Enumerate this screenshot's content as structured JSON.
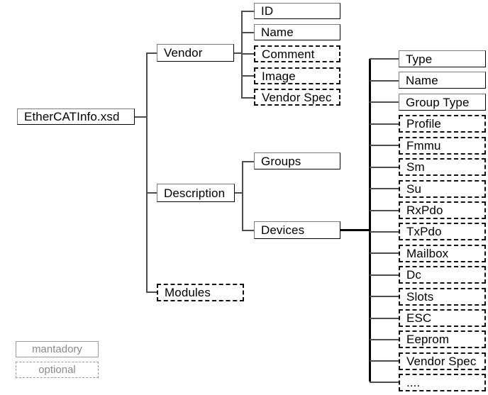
{
  "diagram": {
    "title": "EtherCATInfo.xsd schema tree",
    "root": {
      "label": "EtherCATInfo.xsd",
      "type": "mandatory"
    },
    "level1": [
      {
        "label": "Vendor",
        "type": "mandatory"
      },
      {
        "label": "Description",
        "type": "mandatory"
      },
      {
        "label": "Modules",
        "type": "optional"
      }
    ],
    "vendor_children": [
      {
        "label": "ID",
        "type": "mandatory"
      },
      {
        "label": "Name",
        "type": "mandatory"
      },
      {
        "label": "Comment",
        "type": "optional"
      },
      {
        "label": "Image",
        "type": "optional"
      },
      {
        "label": "Vendor Spec",
        "type": "optional"
      }
    ],
    "description_children": [
      {
        "label": "Groups",
        "type": "mandatory"
      },
      {
        "label": "Devices",
        "type": "mandatory"
      }
    ],
    "devices_children": [
      {
        "label": "Type",
        "type": "mandatory"
      },
      {
        "label": "Name",
        "type": "mandatory"
      },
      {
        "label": "Group Type",
        "type": "mandatory"
      },
      {
        "label": "Profile",
        "type": "optional"
      },
      {
        "label": "Fmmu",
        "type": "optional"
      },
      {
        "label": "Sm",
        "type": "optional"
      },
      {
        "label": "Su",
        "type": "optional"
      },
      {
        "label": "RxPdo",
        "type": "optional"
      },
      {
        "label": "TxPdo",
        "type": "optional"
      },
      {
        "label": "Mailbox",
        "type": "optional"
      },
      {
        "label": "Dc",
        "type": "optional"
      },
      {
        "label": "Slots",
        "type": "optional"
      },
      {
        "label": "ESC",
        "type": "optional"
      },
      {
        "label": "Eeprom",
        "type": "optional"
      },
      {
        "label": "Vendor Spec",
        "type": "optional"
      },
      {
        "label": "....",
        "type": "optional"
      }
    ],
    "legend": [
      {
        "label": "mantadory",
        "type": "mandatory"
      },
      {
        "label": "optional",
        "type": "optional"
      }
    ],
    "colors": {
      "box_stroke": "#000000",
      "box_stroke_light": "#7d7d7d",
      "connector": "#4d4d4d",
      "text": "#000000",
      "legend_text": "#8a8a8a",
      "legend_stroke": "#9a9a9a",
      "background": "#ffffff"
    }
  }
}
